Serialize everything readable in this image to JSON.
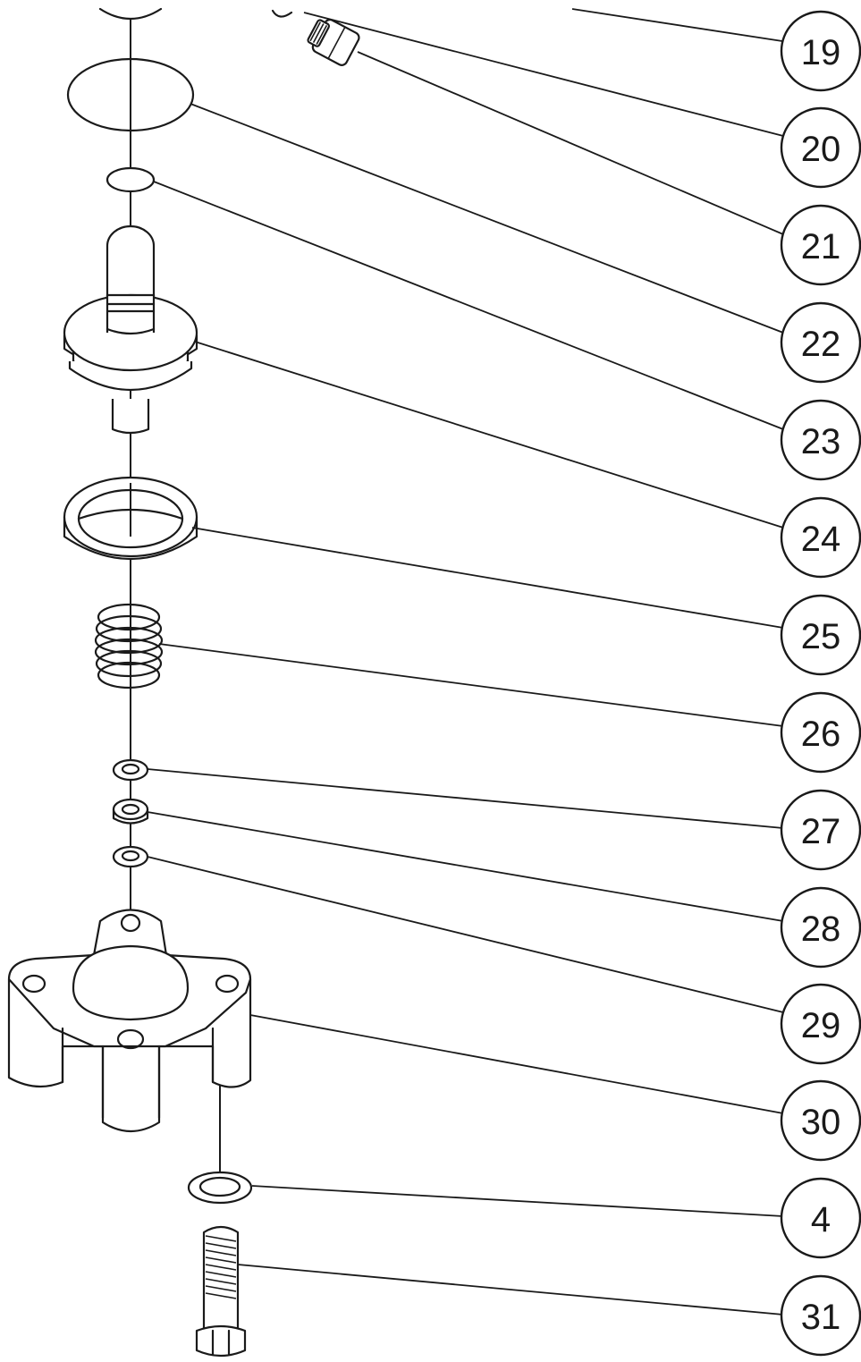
{
  "diagram": {
    "callouts": [
      {
        "id": "c19",
        "label": "19"
      },
      {
        "id": "c20",
        "label": "20"
      },
      {
        "id": "c21",
        "label": "21"
      },
      {
        "id": "c22",
        "label": "22"
      },
      {
        "id": "c23",
        "label": "23"
      },
      {
        "id": "c24",
        "label": "24"
      },
      {
        "id": "c25",
        "label": "25"
      },
      {
        "id": "c26",
        "label": "26"
      },
      {
        "id": "c27",
        "label": "27"
      },
      {
        "id": "c28",
        "label": "28"
      },
      {
        "id": "c29",
        "label": "29"
      },
      {
        "id": "c30",
        "label": "30"
      },
      {
        "id": "c4",
        "label": "4"
      },
      {
        "id": "c31",
        "label": "31"
      }
    ]
  }
}
